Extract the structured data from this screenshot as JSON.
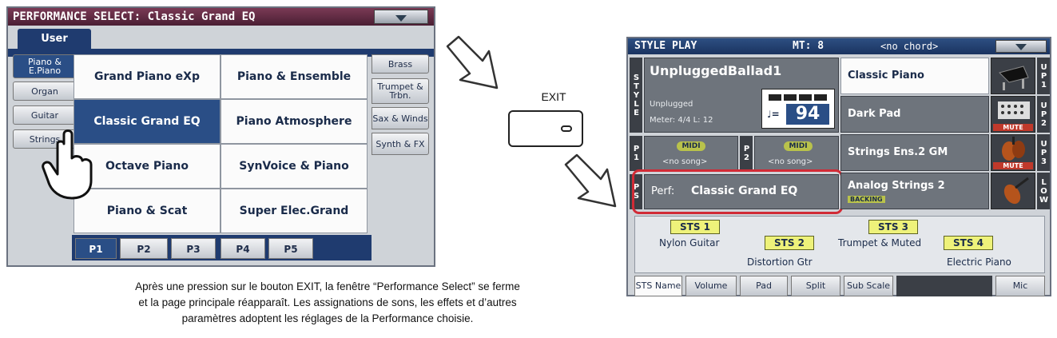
{
  "performance_select": {
    "title": "PERFORMANCE SELECT: Classic Grand EQ",
    "user_tab": "User",
    "categories": [
      {
        "label": "Piano & E.Piano",
        "selected": true
      },
      {
        "label": "Organ",
        "selected": false
      },
      {
        "label": "Guitar",
        "selected": false
      },
      {
        "label": "Strings",
        "selected": false
      }
    ],
    "grid": [
      [
        {
          "label": "Grand Piano eXp",
          "selected": false
        },
        {
          "label": "Piano & Ensemble",
          "selected": false
        }
      ],
      [
        {
          "label": "Classic Grand EQ",
          "selected": true
        },
        {
          "label": "Piano Atmosphere",
          "selected": false
        }
      ],
      [
        {
          "label": "Octave Piano",
          "selected": false
        },
        {
          "label": "SynVoice & Piano",
          "selected": false
        }
      ],
      [
        {
          "label": "Piano & Scat",
          "selected": false
        },
        {
          "label": "Super Elec.Grand",
          "selected": false
        }
      ]
    ],
    "right_categories": [
      "Brass",
      "Trumpet & Trbn.",
      "Sax & Winds",
      "Synth & FX"
    ],
    "pages": [
      {
        "label": "P1",
        "selected": true
      },
      {
        "label": "P2",
        "selected": false
      },
      {
        "label": "P3",
        "selected": false
      },
      {
        "label": "P4",
        "selected": false
      },
      {
        "label": "P5",
        "selected": false
      }
    ]
  },
  "exit": {
    "label": "EXIT"
  },
  "caption": {
    "line1": "Après une pression sur le bouton EXIT, la fenêtre “Performance Select” se ferme",
    "line2": "et la page principale réapparaît. Les assignations de sons, les effets et d’autres",
    "line3": "paramètres adoptent les réglages de la Performance choisie."
  },
  "style_play": {
    "title": "STYLE PLAY",
    "mt": "MT: 8",
    "chord": "<no chord>",
    "style_side": "STYLE",
    "style_name": "UnpluggedBallad1",
    "style_bank": "Unplugged",
    "meter": "Meter: 4/4  L: 12",
    "tempo_symbol": "♩=",
    "tempo": "94",
    "p1_side": "P1",
    "p2_side": "P2",
    "midi_label": "MIDI",
    "p1_song": "<no song>",
    "p2_song": "<no song>",
    "ps_side": "PS",
    "perf_label": "Perf:",
    "perf_name": "Classic Grand EQ",
    "backing_badge": "BACKING",
    "mute_label": "MUTE",
    "sounds": [
      {
        "name": "Classic Piano",
        "side": "UP1",
        "muted": false
      },
      {
        "name": "Dark Pad",
        "side": "UP2",
        "muted": true
      },
      {
        "name": "Strings Ens.2 GM",
        "side": "UP3",
        "muted": true
      },
      {
        "name": "Analog Strings 2",
        "side": "LOW",
        "muted": false
      }
    ],
    "sts": [
      {
        "badge": "STS 1",
        "name": "Nylon Guitar"
      },
      {
        "badge": "STS 2",
        "name": "Distortion Gtr"
      },
      {
        "badge": "STS 3",
        "name": "Trumpet & Muted"
      },
      {
        "badge": "STS 4",
        "name": "Electric Piano"
      }
    ],
    "tabs": [
      "STS Name",
      "Volume",
      "Pad",
      "Split",
      "Sub Scale",
      "Mic"
    ]
  },
  "colors": {
    "title_bar": "#5a2640",
    "selected": "#2a4e86",
    "highlight": "#d12b36",
    "sts_badge": "#eef27a"
  }
}
